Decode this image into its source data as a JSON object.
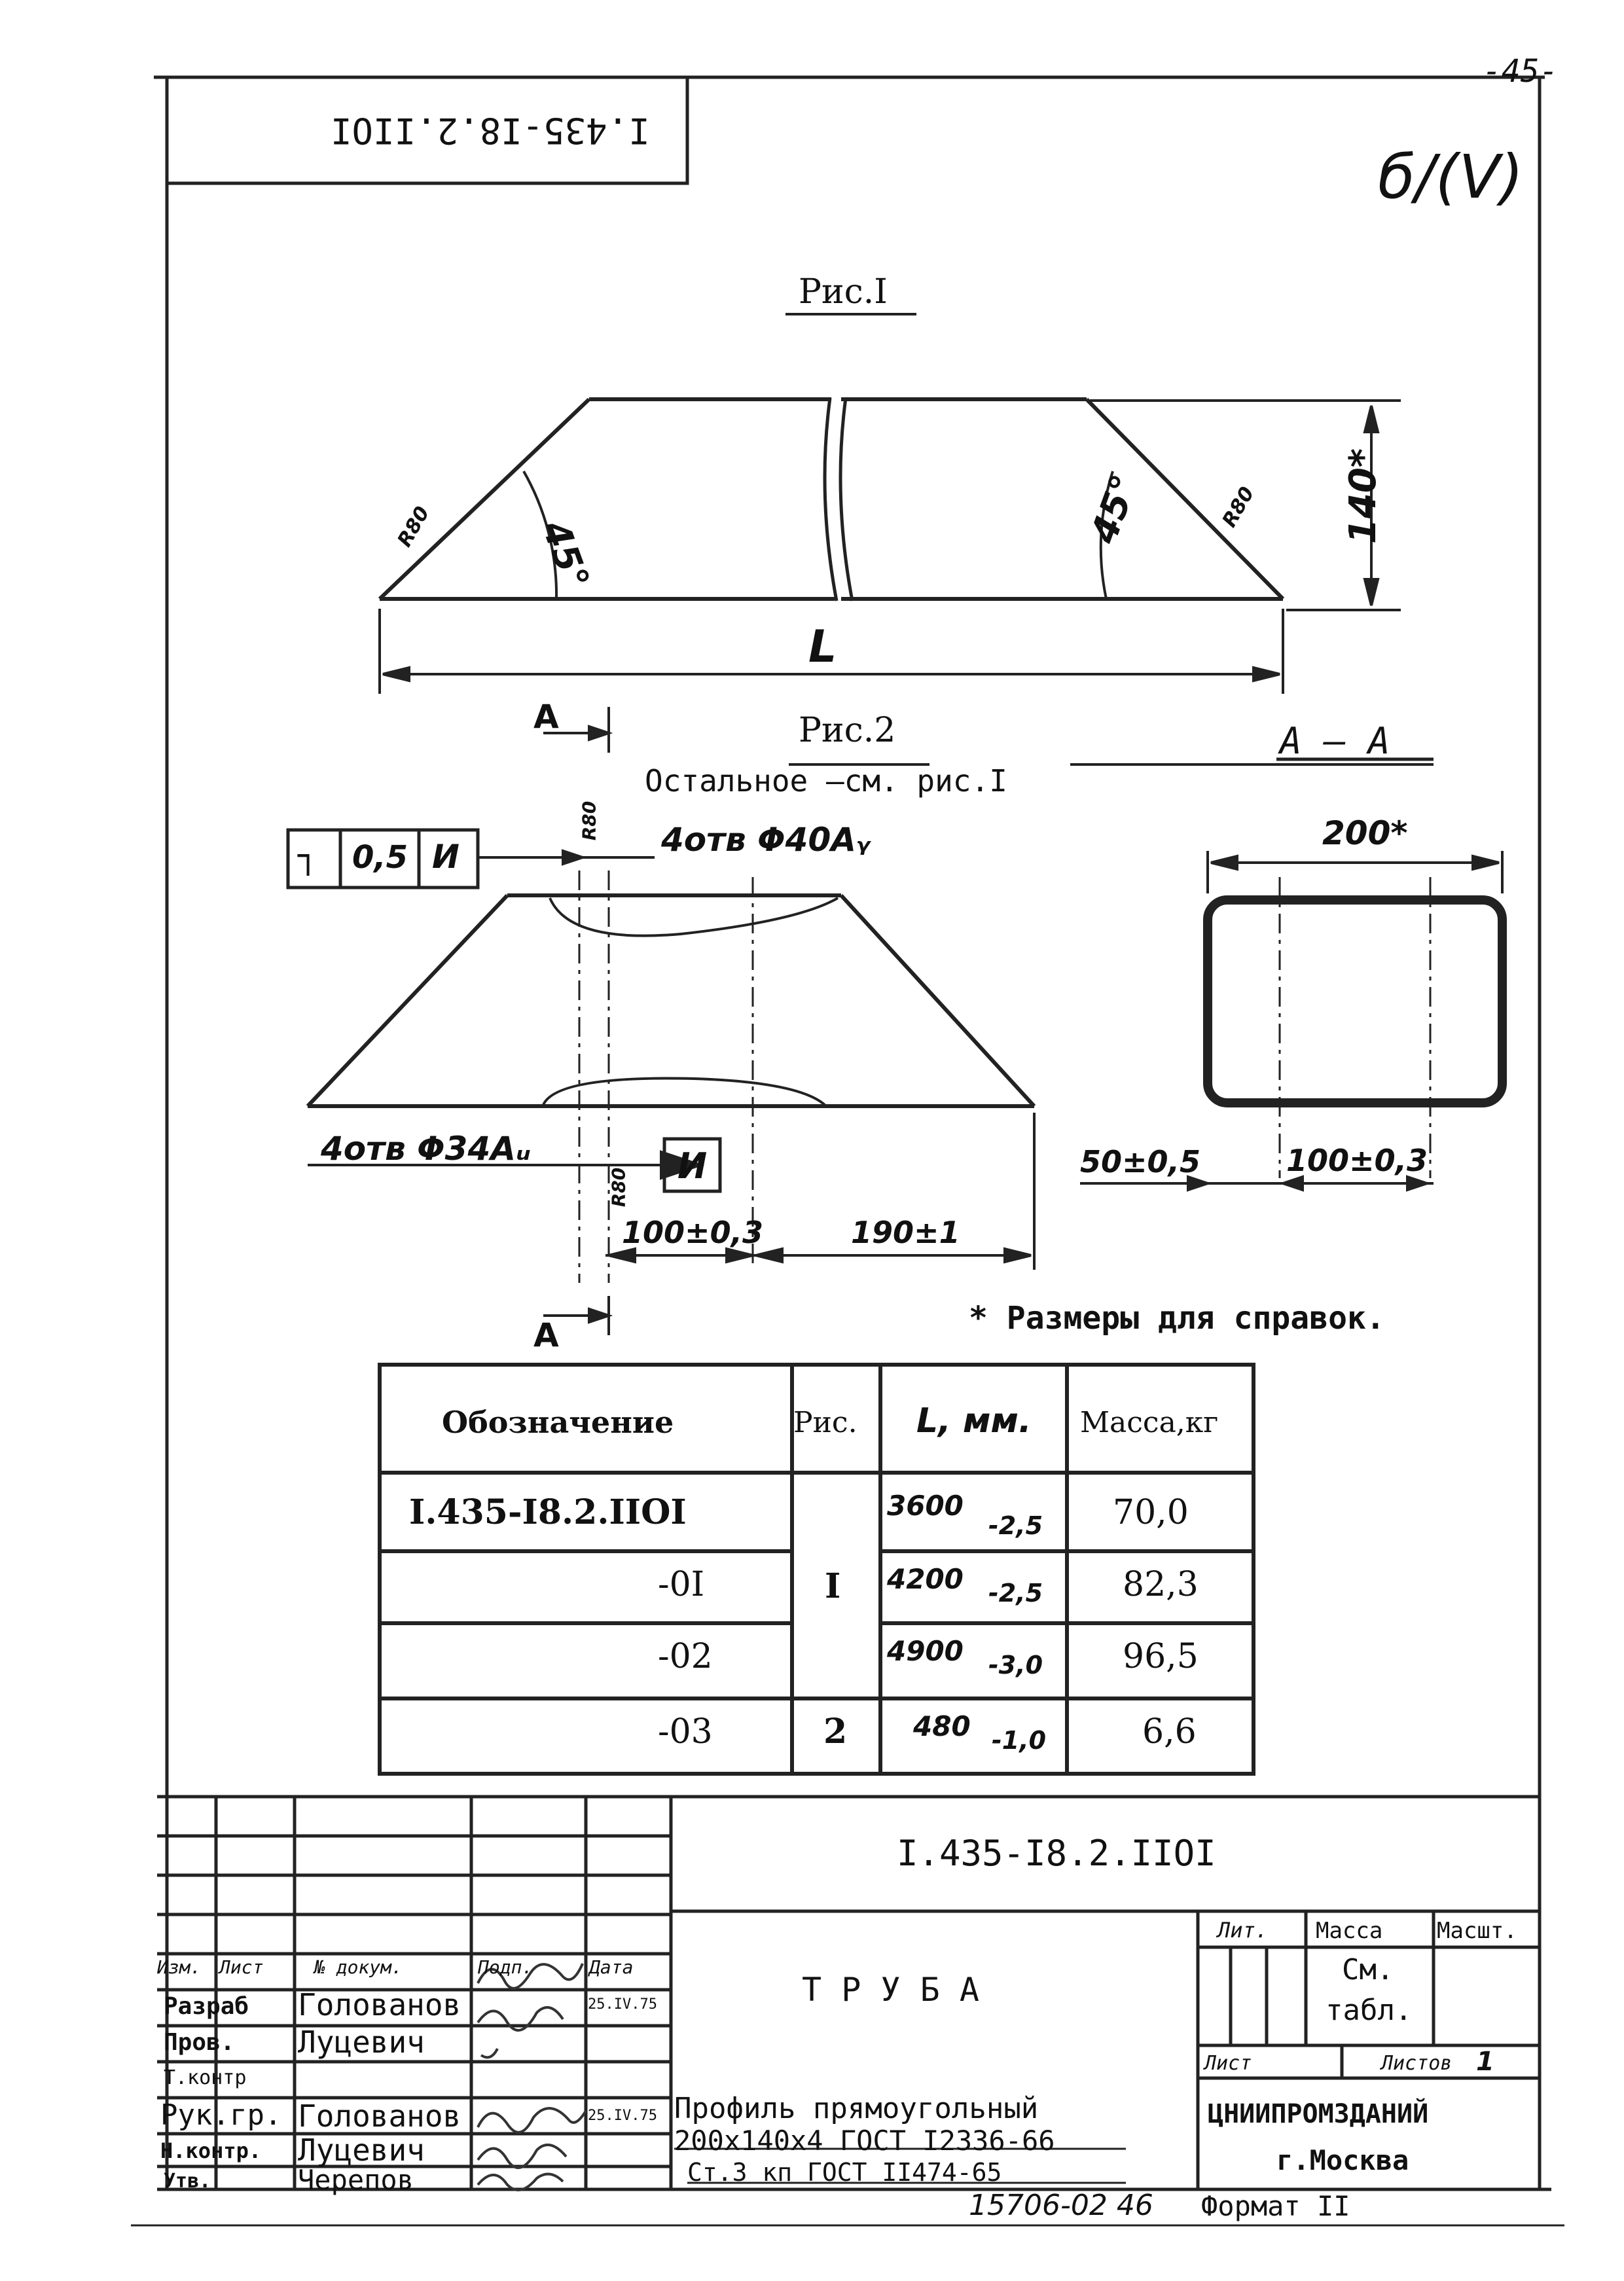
{
  "page_number": "-45-",
  "stamp_top": "I.435-I8.2.IIOI",
  "corner_mark": "б/(V)",
  "fig1": {
    "caption": "Рис.I",
    "radius_left": "R80",
    "radius_right": "R80",
    "angle_left": "45°",
    "angle_right": "45°",
    "height_dim": "140*",
    "length_dim": "L"
  },
  "fig2": {
    "caption": "Рис.2",
    "note": "Остальное –см. рис.I",
    "section_mark_top": "A",
    "section_mark_bottom": "A",
    "tolerance_box": [
      "┐",
      "0,5",
      "И"
    ],
    "holes_top": "4отв Φ40Aᵧ",
    "holes_bottom": "4отв Φ34Aᵤ",
    "datum": "И",
    "radius_top": "R80",
    "radius_bottom": "R80",
    "dim_100": "100±0,3",
    "dim_190": "190±1"
  },
  "section": {
    "title": "A – A",
    "width_dim": "200*",
    "dim_50": "50±0,5",
    "dim_100": "100±0,3"
  },
  "reference_note": "* Размеры для справок.",
  "table": {
    "headers": [
      "Обозначение",
      "Рис.",
      "L, мм.",
      "Масса,кг"
    ],
    "rows": [
      {
        "designation": "I.435-I8.2.IIOI",
        "length": "3600",
        "tol": "-2,5",
        "mass": "70,0"
      },
      {
        "designation": "-0I",
        "length": "4200",
        "tol": "-2,5",
        "mass": "82,3"
      },
      {
        "designation": "-02",
        "length": "4900",
        "tol": "-3,0",
        "mass": "96,5"
      },
      {
        "designation": "-03",
        "length": "480",
        "tol": "-1,0",
        "mass": "6,6"
      }
    ],
    "fig_group_1": "I",
    "fig_group_2": "2"
  },
  "title_block": {
    "doc_number": "I.435-I8.2.IIOI",
    "name": "Т Р У Б А",
    "header_cols": [
      "Изм.",
      "Лист",
      "№ докум.",
      "Подп.",
      "Дата"
    ],
    "roles": [
      {
        "role": "Разраб",
        "name": "Голованов",
        "date": "25.IV.75"
      },
      {
        "role": "Пров.",
        "name": "Луцевич",
        "date": ""
      },
      {
        "role": "Т.контр",
        "name": "",
        "date": ""
      },
      {
        "role": "Рук.гр.",
        "name": "Голованов",
        "date": "25.IV.75"
      },
      {
        "role": "Н.контр.",
        "name": "Луцевич",
        "date": ""
      },
      {
        "role": "Утв.",
        "name": "Черепов",
        "date": ""
      }
    ],
    "lit_label": "Лит.",
    "mass_label": "Масса",
    "scale_label": "Масшт.",
    "mass_value_1": "См.",
    "mass_value_2": "табл.",
    "sheet_label": "Лист",
    "sheets_label": "Листов",
    "sheets_value": "1",
    "material_1": "Профиль  прямоугольный",
    "material_2": "200x140x4 ГОСТ I2336-66",
    "material_3": "Ст.3 кп ГОСТ II474-65",
    "org_1": "ЦНИИПРОМЗДАНИЙ",
    "org_2": "г.Москва"
  },
  "footer_code": "15706-02  46",
  "format": "Формат II"
}
